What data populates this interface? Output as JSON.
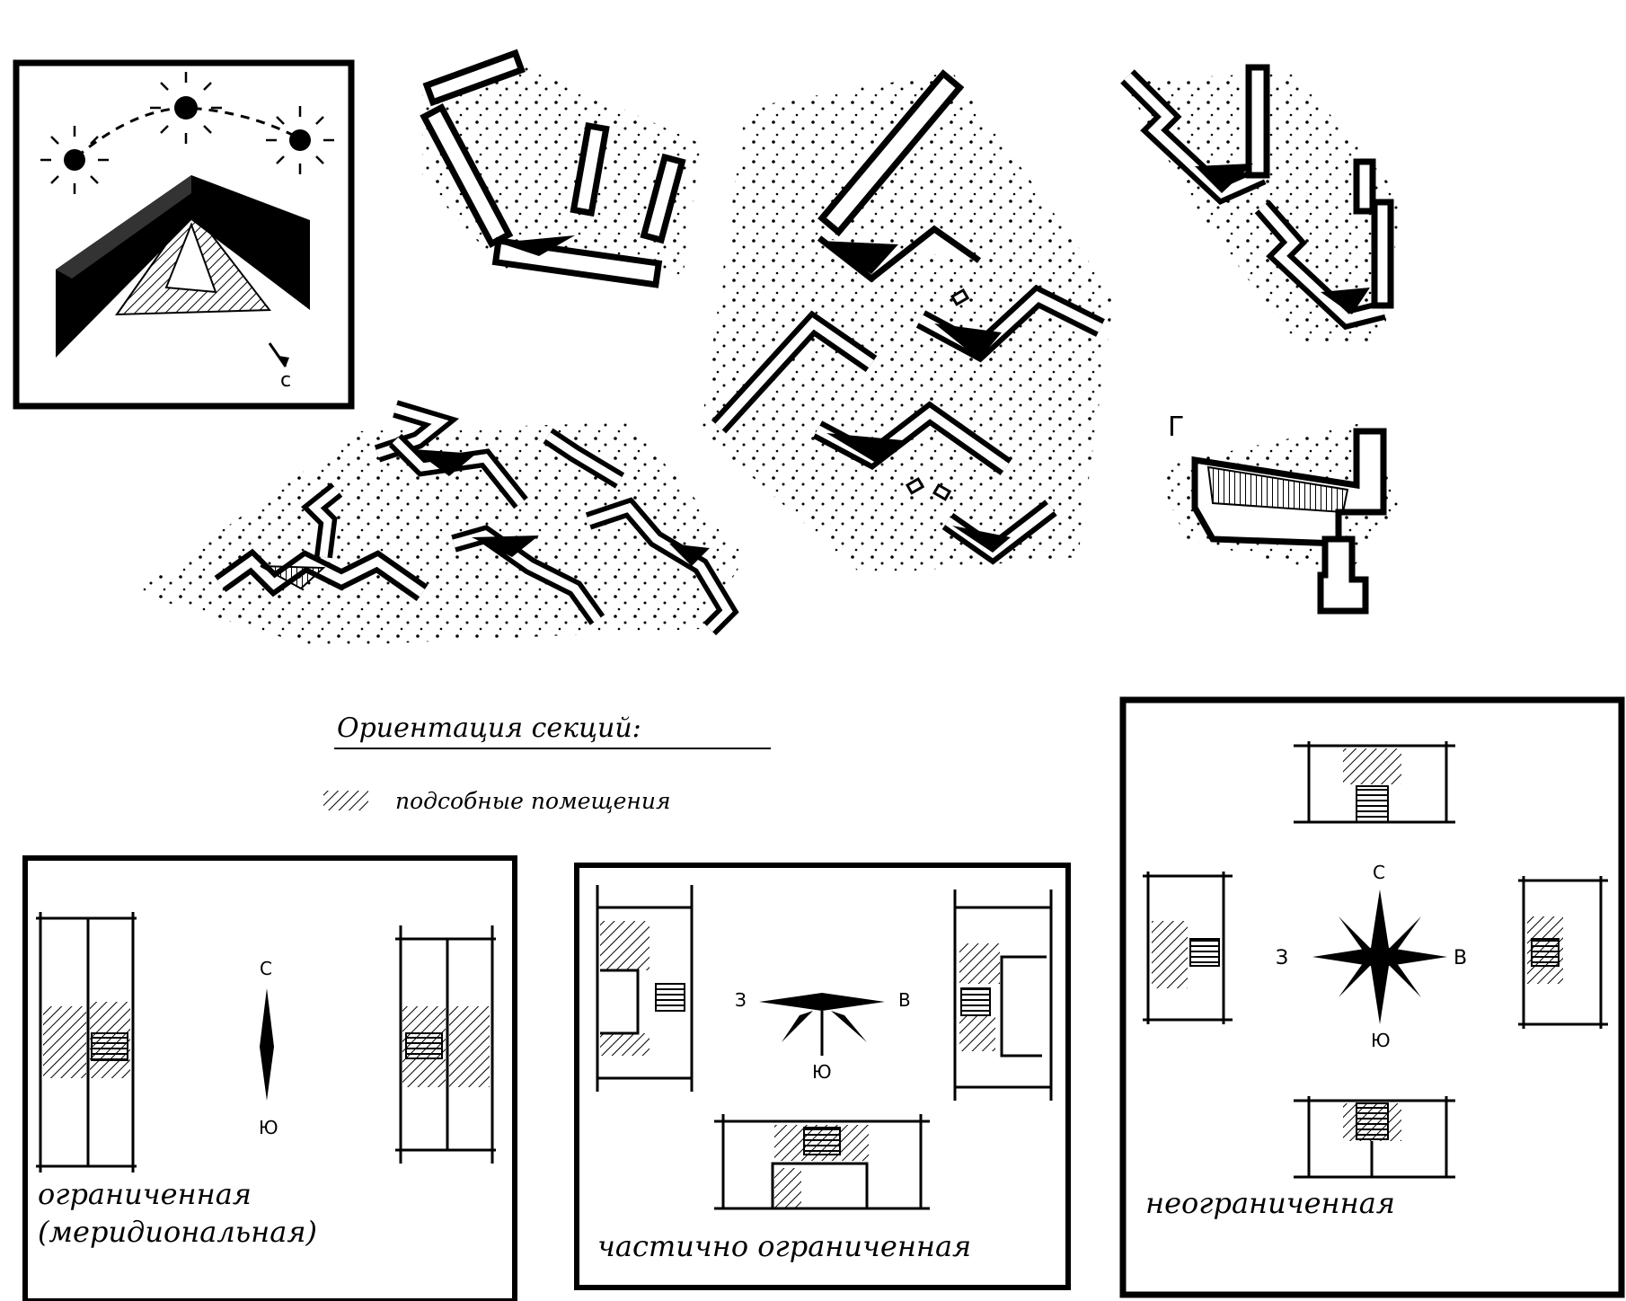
{
  "top": {
    "sun_diagram_label": "с",
    "variant_g_label": "Г"
  },
  "legend": {
    "title": "Ориентация секций:",
    "auxiliary_rooms": "подсобные помещения"
  },
  "panels": {
    "meridional": {
      "label_line1": "ограниченная",
      "label_line2": "(меридиональная)",
      "compass_north": "С",
      "compass_south": "Ю"
    },
    "partial": {
      "label": "частично ограниченная",
      "compass_west": "З",
      "compass_east": "В",
      "compass_south": "Ю"
    },
    "unrestricted": {
      "label": "неограниченная",
      "compass_north": "С",
      "compass_west": "З",
      "compass_east": "В",
      "compass_south": "Ю"
    }
  }
}
